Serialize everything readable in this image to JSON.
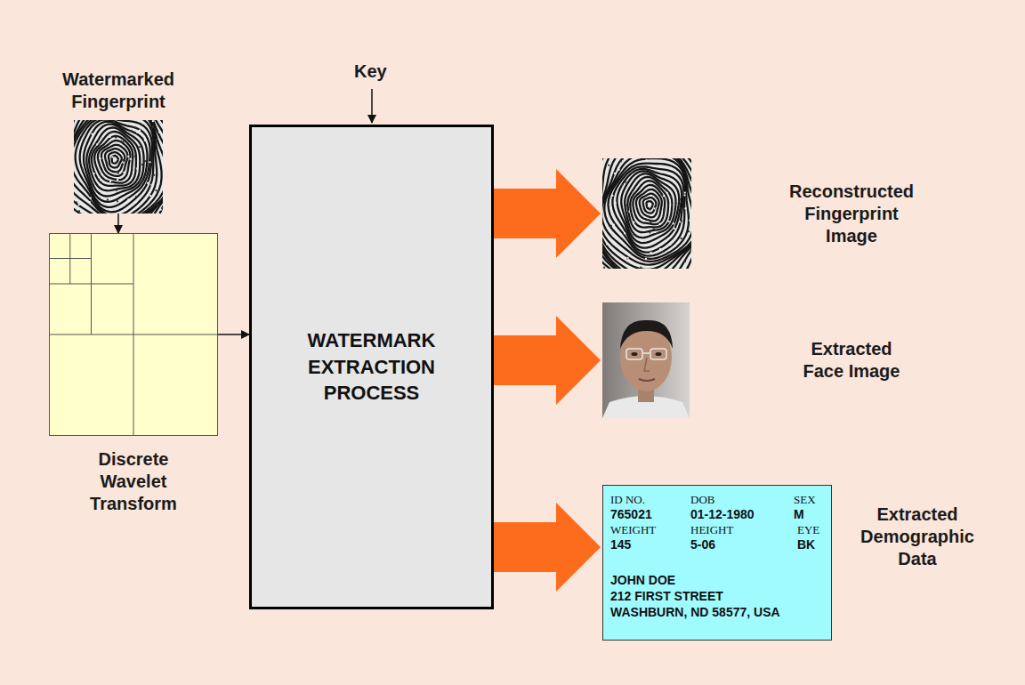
{
  "diagram": {
    "nodes": [
      {
        "text": [
          "Watermarked Fingerprint"
        ]
      },
      {
        "text": [
          "Discrete Wavelet Transform"
        ]
      },
      {
        "text": [
          "WATERMARK EXTRACTION PROCESS"
        ]
      },
      {
        "text": [
          "Reconstructed Fingerprint Image"
        ]
      },
      {
        "text": [
          "Extracted Face Image"
        ]
      },
      {
        "text": [
          "ID NO.",
          "DOB",
          "SEX",
          "765021",
          "01-12-1980",
          "M",
          "WEIGHT",
          "HEIGHT",
          "EYE",
          "145",
          "5-06",
          "BK",
          "JOHN DOE",
          "212 FIRST STREET",
          "WASHBURN, ND 58577, USA",
          "Extracted Demographic Data"
        ]
      }
    ],
    "edges": [
      {
        "from": 0,
        "to": 1,
        "arrow": "to"
      },
      {
        "from": 1,
        "to": 2,
        "arrow": "to"
      },
      {
        "from": 2,
        "to": 3,
        "arrow": "to"
      },
      {
        "from": 2,
        "to": 4,
        "arrow": "to"
      },
      {
        "from": 2,
        "to": 5,
        "arrow": "to"
      }
    ],
    "labels": [
      "Key"
    ]
  }
}
